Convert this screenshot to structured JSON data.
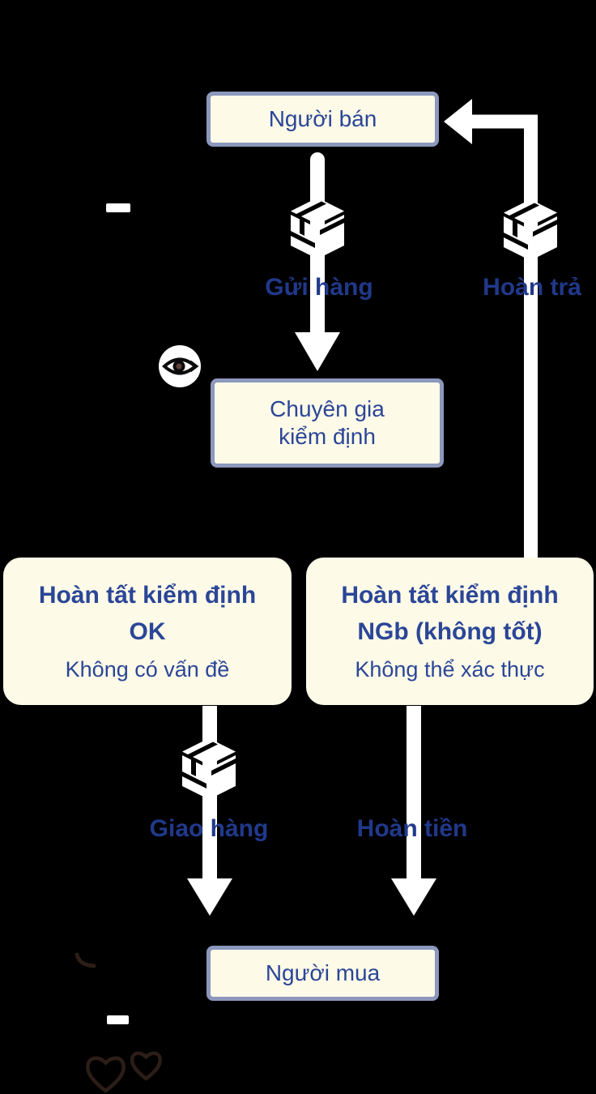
{
  "palette": {
    "background": "#000000",
    "box_fill": "#FDFAE8",
    "box_border": "#8C98BC",
    "box_text": "#2B4697",
    "label_text": "#21398B",
    "arrow": "#FFFFFF",
    "sketch_outline": "#2C1D17",
    "eye_pupil": "#5D4037"
  },
  "nodes": {
    "seller": {
      "label": "Người bán"
    },
    "inspector": {
      "line1": "Chuyên gia",
      "line2": "kiểm định"
    },
    "result_ok": {
      "title1": "Hoàn tất kiểm định",
      "title2": "OK",
      "subtitle": "Không có vấn đề"
    },
    "result_ng": {
      "title1": "Hoàn tất kiểm định",
      "title2": "NGb (không tốt)",
      "subtitle": "Không thể xác thực"
    },
    "buyer": {
      "label": "Người mua"
    }
  },
  "edges": {
    "send": {
      "label": "Gửi hàng",
      "icon": "package-icon"
    },
    "return": {
      "label": "Hoàn trả",
      "icon": "package-icon"
    },
    "deliver": {
      "label": "Giao hàng",
      "icon": "package-icon"
    },
    "refund": {
      "label": "Hoàn tiền"
    }
  },
  "icons": {
    "inspector_badge": "eye-icon",
    "decoration": "hearts-icon"
  }
}
